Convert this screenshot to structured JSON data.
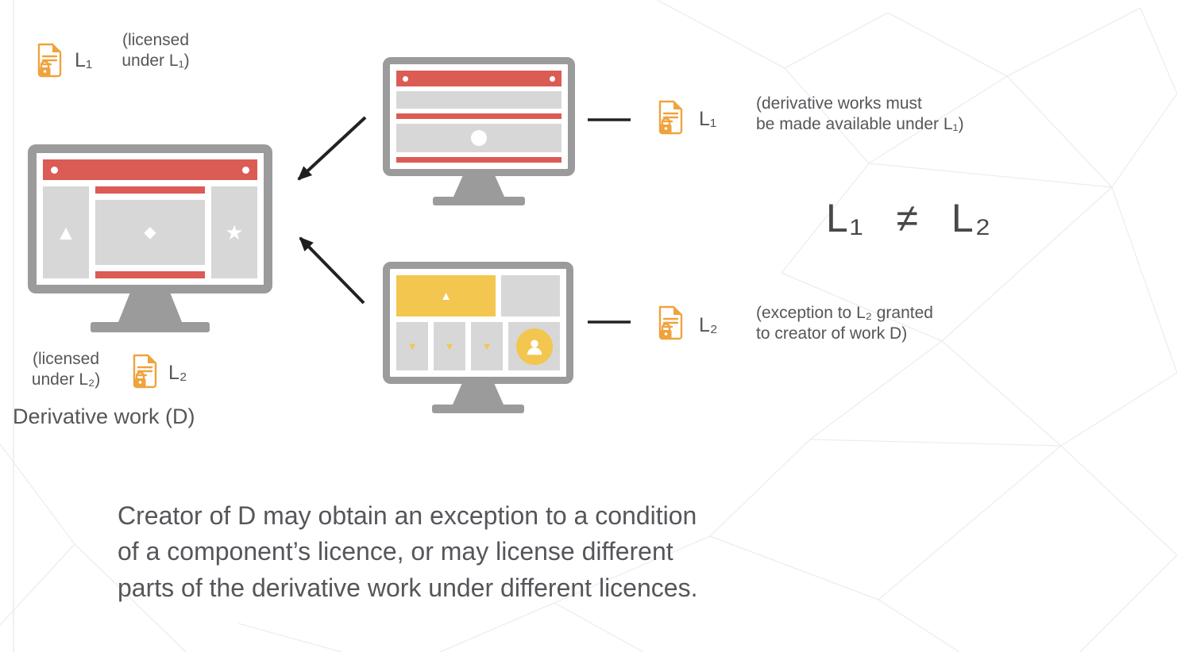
{
  "colors": {
    "red": "#db5b55",
    "yellow": "#f2c64f",
    "orange": "#efa33d",
    "panel": "#d7d7d7",
    "frame": "#9b9b9b",
    "text": "#55565a",
    "ink": "#222222",
    "mesh": "#eaeef1"
  },
  "icons": {
    "license_doc": "document-with-lock",
    "avatar": "person-silhouette",
    "shapes": [
      "triangle-up",
      "diamond",
      "star",
      "triangle-down",
      "circle"
    ]
  },
  "diagram": {
    "component1": {
      "license": "L₁",
      "note_lines": [
        "(licensed",
        "under L₁)"
      ]
    },
    "source1": {
      "license": "L₁",
      "note_lines": [
        "(derivative works must",
        "be made available under L₁)"
      ]
    },
    "source2": {
      "license": "L₂",
      "note_lines": [
        "(exception to L₂ granted",
        "to creator of work D)"
      ]
    },
    "derivative": {
      "license": "L₂",
      "note_lines": [
        "(licensed",
        "under L₂)"
      ],
      "title": "Derivative work (D)"
    },
    "inequality": "L₁ ≠ L₂"
  },
  "caption_lines": [
    "Creator of D may obtain an exception to a condition",
    "of a component’s licence, or may license different",
    "parts of the derivative work under different licences."
  ]
}
